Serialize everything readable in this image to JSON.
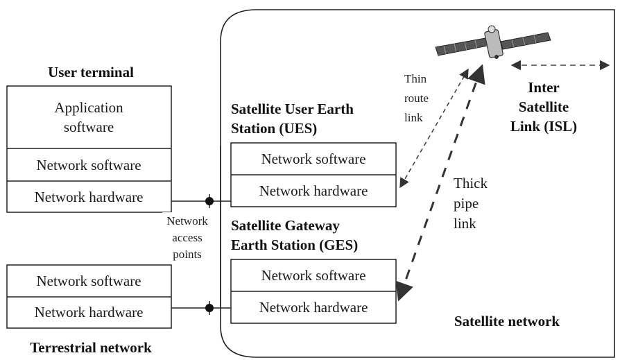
{
  "user_terminal": {
    "title": "User terminal",
    "app_line1": "Application",
    "app_line2": "software",
    "net_software": "Network software",
    "net_hardware": "Network hardware"
  },
  "terrestrial": {
    "title": "Terrestrial network",
    "net_software": "Network software",
    "net_hardware": "Network hardware"
  },
  "access_points": {
    "line1": "Network",
    "line2": "access",
    "line3": "points"
  },
  "ues": {
    "title_line1": "Satellite User Earth",
    "title_line2": "Station (UES)",
    "net_software": "Network software",
    "net_hardware": "Network hardware"
  },
  "ges": {
    "title_line1": "Satellite Gateway",
    "title_line2": "Earth Station (GES)",
    "net_software": "Network software",
    "net_hardware": "Network hardware"
  },
  "thin_link": {
    "line1": "Thin",
    "line2": "route",
    "line3": "link"
  },
  "thick_link": {
    "line1": "Thick",
    "line2": "pipe",
    "line3": "link"
  },
  "isl": {
    "line1": "Inter",
    "line2": "Satellite",
    "line3": "Link (ISL)"
  },
  "satellite_network": {
    "title": "Satellite network"
  }
}
